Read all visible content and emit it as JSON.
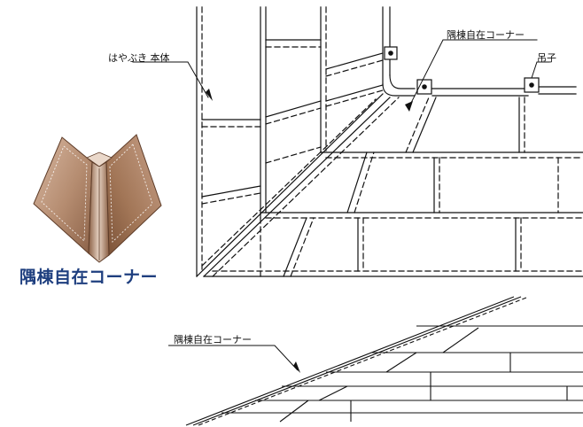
{
  "labels": {
    "roof_body": "はやぶき 本体",
    "corner_top": "隅棟自在コーナー",
    "hanger": "吊子",
    "corner_bottom": "隅棟自在コーナー"
  },
  "product": {
    "title": "隅棟自在コーナー"
  },
  "colors": {
    "title": "#1f3f7f",
    "line": "#111111",
    "piece_light": "#c9a58d",
    "piece_mid": "#a57b5f",
    "piece_dark": "#7a5138"
  }
}
